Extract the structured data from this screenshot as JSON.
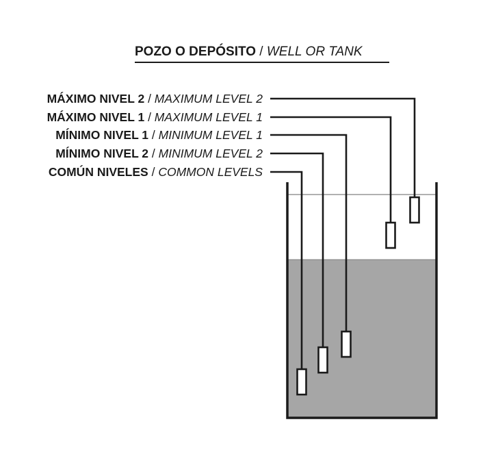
{
  "title": {
    "bold": "POZO O DEPÓSITO",
    "sep": " / ",
    "italic": "WELL OR TANK"
  },
  "levels": [
    {
      "id": "max2",
      "bold": "MÁXIMO NIVEL 2",
      "sep": " / ",
      "italic": "MAXIMUM LEVEL 2"
    },
    {
      "id": "max1",
      "bold": "MÁXIMO NIVEL 1",
      "sep": " / ",
      "italic": "MAXIMUM LEVEL 1"
    },
    {
      "id": "min1",
      "bold": "MÍNIMO NIVEL 1",
      "sep": " / ",
      "italic": "MINIMUM LEVEL 1"
    },
    {
      "id": "min2",
      "bold": "MÍNIMO NIVEL 2",
      "sep": " / ",
      "italic": "MINIMUM LEVEL 2"
    },
    {
      "id": "common",
      "bold": "COMÚN NIVELES",
      "sep": " / ",
      "italic": "COMMON LEVELS"
    }
  ],
  "colors": {
    "ink": "#1a1a1a",
    "water": "#a6a6a6",
    "tank_line": "#808080"
  }
}
